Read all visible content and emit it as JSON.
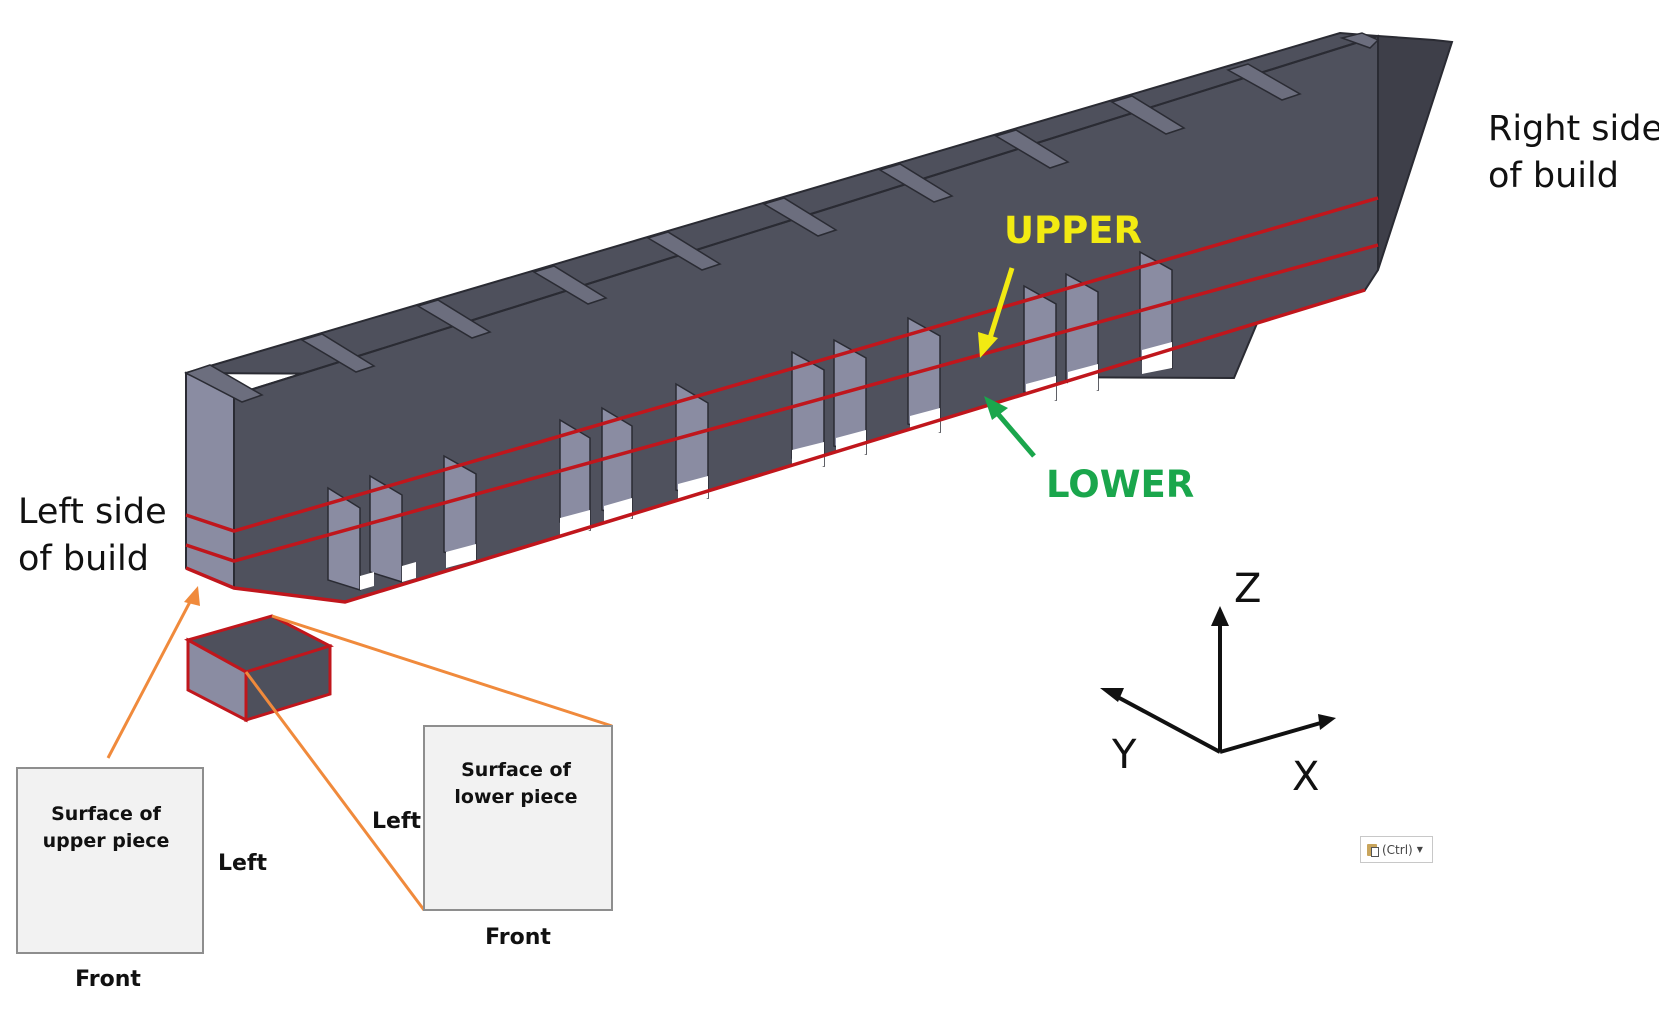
{
  "labels": {
    "right_side": [
      "Right side",
      "of build"
    ],
    "left_side": [
      "Left side",
      "of build"
    ],
    "upper": "UPPER",
    "lower": "LOWER",
    "upper_surface": [
      "Surface of",
      "upper piece"
    ],
    "lower_surface": [
      "Surface of",
      "lower piece"
    ],
    "left_a": "Left",
    "left_b": "Left",
    "front_a": "Front",
    "front_b": "Front"
  },
  "axes": {
    "z": "Z",
    "y": "Y",
    "x": "X"
  },
  "paste_button": {
    "label": "(Ctrl)"
  },
  "colors": {
    "body_dark": "#4e505c",
    "body_face": "#8a8ca2",
    "cut_line": "#c0161c",
    "upper_arrow": "#f2ea12",
    "lower_arrow": "#1aa64c",
    "callout": "#f08a3c",
    "panel_fill": "#f2f2f2"
  }
}
